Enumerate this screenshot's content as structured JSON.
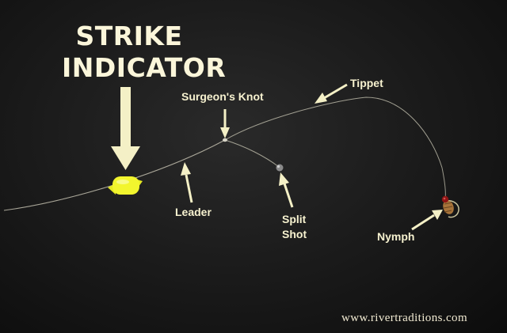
{
  "labels": {
    "strike_indicator_line1": "STRIKE",
    "strike_indicator_line2": "INDICATOR",
    "surgeons_knot": "Surgeon's Knot",
    "tippet": "Tippet",
    "leader": "Leader",
    "split_shot_line1": "Split",
    "split_shot_line2": "Shot",
    "nymph": "Nymph"
  },
  "watermark": "www.rivertraditions.com",
  "colors": {
    "background": "#1c1c1c",
    "arrow_fill": "#f4f0c6",
    "indicator": "#f2f52e",
    "line": "#b9b6a6",
    "split_shot": "#8a8a8a",
    "nymph_body": "#a8743a",
    "nymph_bead": "#8f1414"
  }
}
